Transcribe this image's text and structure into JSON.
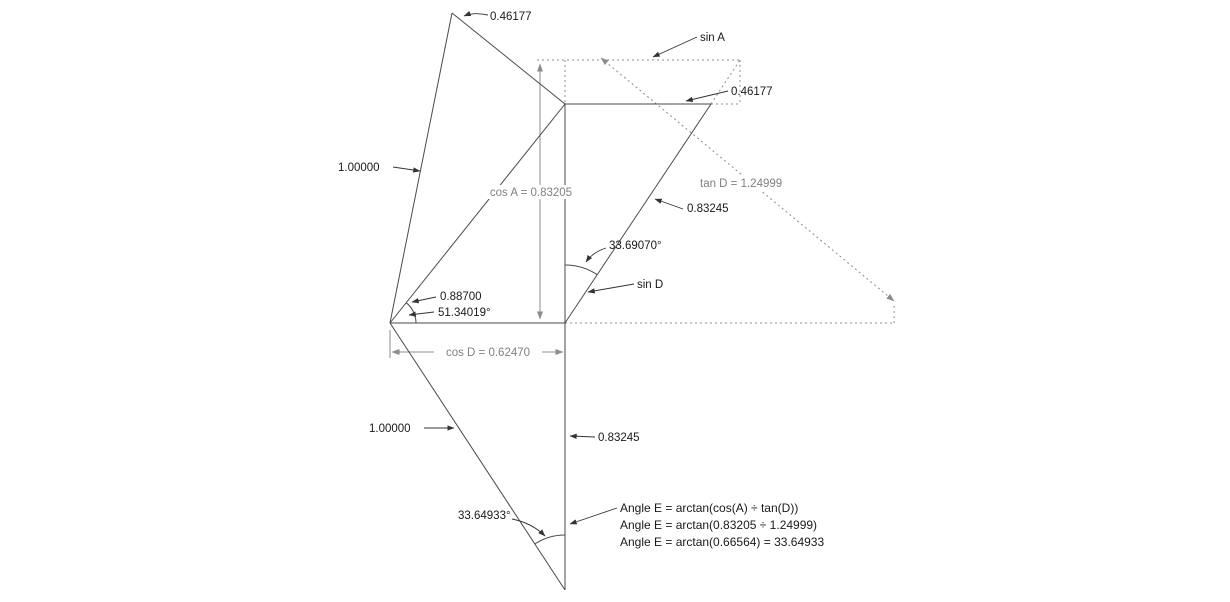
{
  "diagram": {
    "description": "trigonometric construction for Angle E",
    "colors": {
      "background": "#ffffff",
      "geometry_line": "#4a4a4a",
      "construction_line": "#8c8c8c",
      "dimension_text": "#808080",
      "label_text": "#1a1a1a"
    },
    "labels": {
      "side_046177_top": "0.46177",
      "sin_a": "sin A",
      "side_046177_right": "0.46177",
      "side_100000_upper": "1.00000",
      "dim_cos_a": "cos A = 0.83205",
      "dim_tan_d": "tan D = 1.24999",
      "side_083245_upper": "0.83245",
      "angle_a": "33.69070°",
      "sin_d": "sin D",
      "side_088700": "0.88700",
      "angle_d": "51.34019°",
      "dim_cos_d": "cos D = 0.62470",
      "side_100000_lower": "1.00000",
      "side_083245_lower": "0.83245",
      "angle_e": "33.64933°",
      "formula_line1": "Angle E = arctan(cos(A) ÷ tan(D))",
      "formula_line2": "Angle E = arctan(0.83205 ÷ 1.24999)",
      "formula_line3": "Angle E = arctan(0.66564) = 33.64933"
    }
  }
}
